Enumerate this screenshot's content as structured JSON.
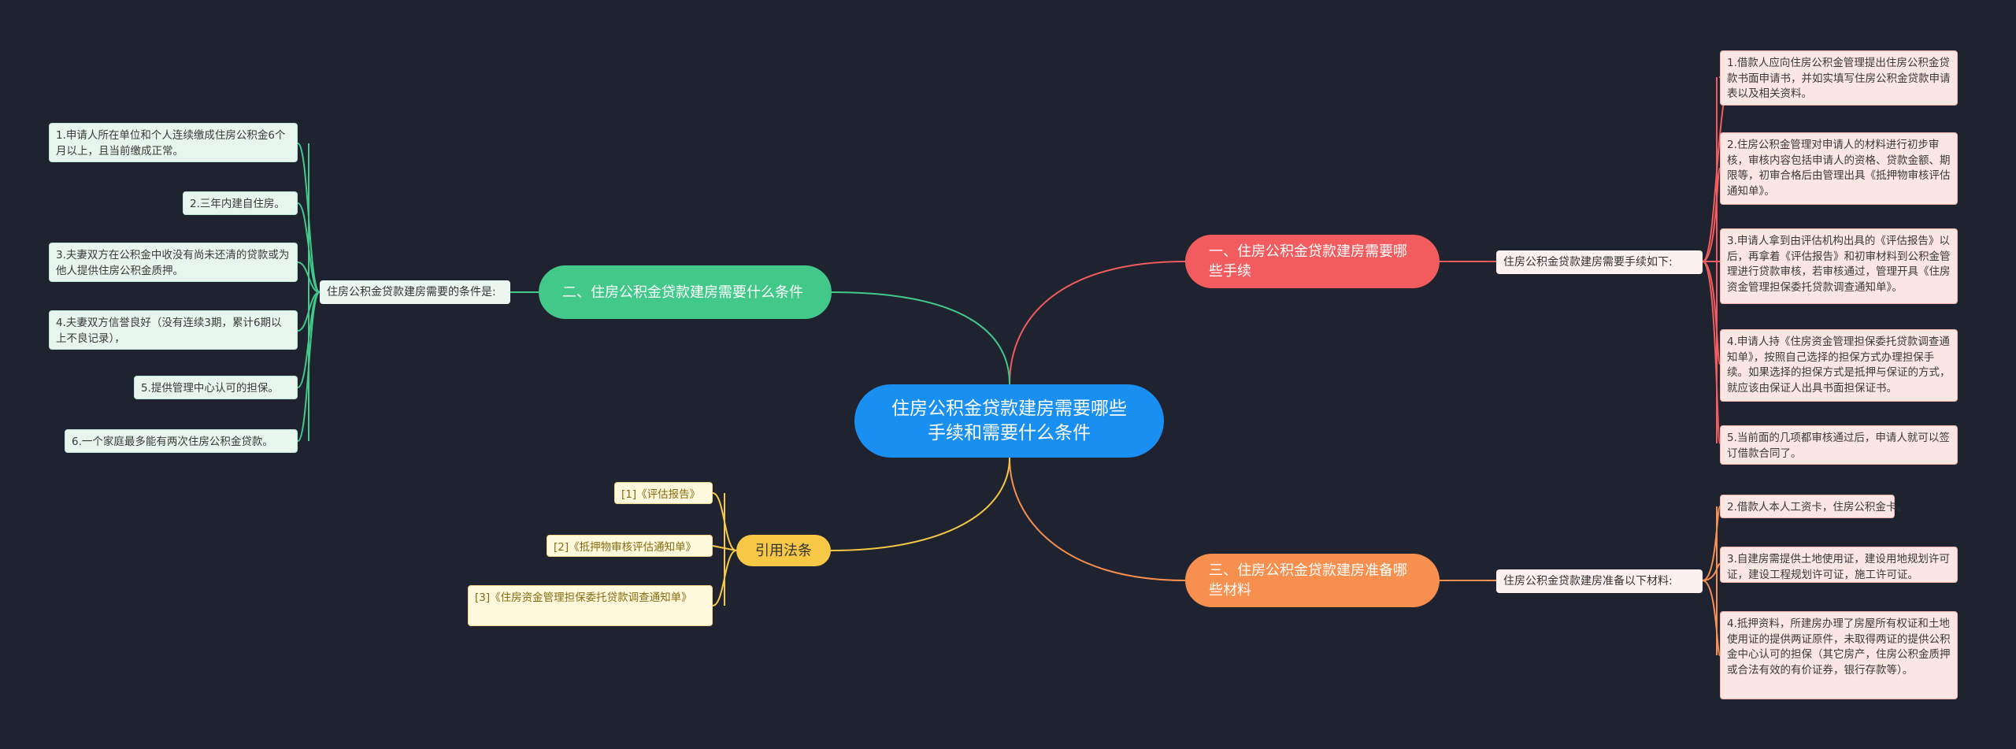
{
  "center": {
    "title": "住房公积金贷款建房需要哪些手续和需要什么条件"
  },
  "branches": {
    "procedures": {
      "label": "一、住房公积金贷款建房需要哪些手续",
      "hub": "住房公积金贷款建房需要手续如下:",
      "items": [
        "1.借款人应向住房公积金管理提出住房公积金贷款书面申请书，并如实填写住房公积金贷款申请表以及相关资料。",
        "2.住房公积金管理对申请人的材料进行初步审核，审核内容包括申请人的资格、贷款金额、期限等，初审合格后由管理出具《抵押物审核评估通知单》。",
        "3.申请人拿到由评估机构出具的《评估报告》以后，再拿着《评估报告》和初审材料到公积金管理进行贷款审核，若审核通过，管理开具《住房资金管理担保委托贷款调查通知单》。",
        "4.申请人持《住房资金管理担保委托贷款调查通知单》，按照自己选择的担保方式办理担保手续。如果选择的担保方式是抵押与保证的方式，就应该由保证人出具书面担保证书。",
        "5.当前面的几项都审核通过后，申请人就可以签订借款合同了。"
      ]
    },
    "conditions": {
      "label": "二、住房公积金贷款建房需要什么条件",
      "hub": "住房公积金贷款建房需要的条件是:",
      "items": [
        "1.申请人所在单位和个人连续缴成住房公积金6个月以上，且当前缴成正常。",
        "2.三年内建自住房。",
        "3.夫妻双方在公积金中收没有尚未还清的贷款或为他人提供住房公积金质押。",
        "4.夫妻双方信誉良好（没有连续3期，累计6期以上不良记录），",
        "5.提供管理中心认可的担保。",
        "6.一个家庭最多能有两次住房公积金贷款。"
      ]
    },
    "materials": {
      "label": "三、住房公积金贷款建房准备哪些材料",
      "hub": "住房公积金贷款建房准备以下材料:",
      "items": [
        "2.借款人本人工资卡，住房公积金卡。",
        "3.自建房需提供土地使用证，建设用地规划许可证，建设工程规划许可证，施工许可证。",
        "4.抵押资料，所建房办理了房屋所有权证和土地使用证的提供两证原件，未取得两证的提供公积金中心认可的担保（其它房产，住房公积金质押或合法有效的有价证券，银行存款等）。"
      ]
    },
    "citations": {
      "label": "引用法条",
      "items": [
        "[1]《评估报告》",
        "[2]《抵押物审核评估通知单》",
        "[3]《住房资金管理担保委托贷款调查通知单》"
      ]
    }
  },
  "colors": {
    "background": "#1f2330",
    "center": "#1a8ff2",
    "procedures": "#f25c5e",
    "conditions": "#42c98a",
    "materials": "#f78f4f",
    "citations": "#f6c846"
  }
}
